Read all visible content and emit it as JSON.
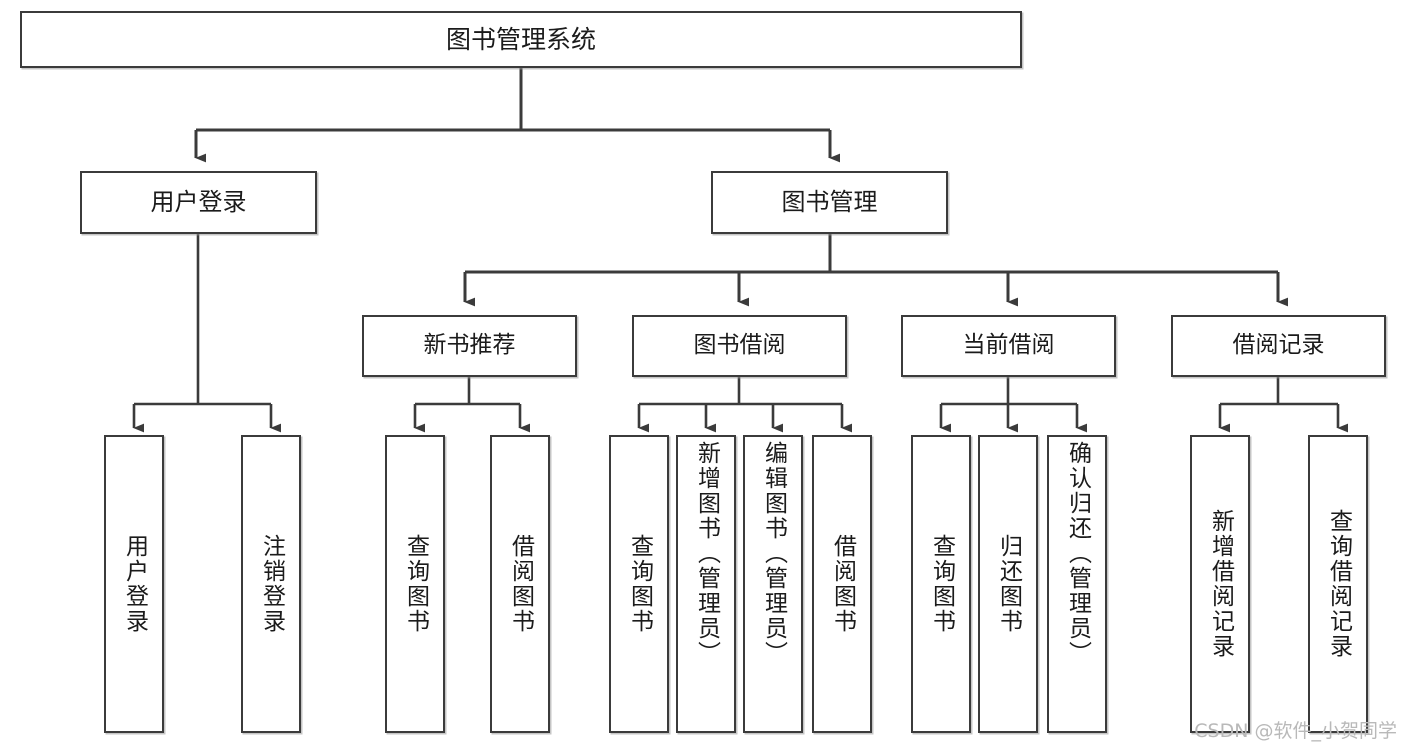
{
  "diagram": {
    "title": "图书管理系统",
    "type": "tree",
    "watermark": "CSDN @软件_小贺同学",
    "colors": {
      "box_border": "#3b3b3b",
      "box_fill": "#ffffff",
      "connector": "#3b3b3b",
      "text": "#1b1b1b",
      "watermark": "#b9b9b9",
      "background": "#ffffff"
    },
    "nodes": {
      "root": {
        "id": "root",
        "label": "图书管理系统",
        "level": 1
      },
      "level2": [
        {
          "id": "user-login",
          "label": "用户登录",
          "level": 2
        },
        {
          "id": "book-manage",
          "label": "图书管理",
          "level": 2
        }
      ],
      "level3": [
        {
          "id": "new-book-recommend",
          "label": "新书推荐",
          "level": 3,
          "parent": "book-manage"
        },
        {
          "id": "book-borrow",
          "label": "图书借阅",
          "level": 3,
          "parent": "book-manage"
        },
        {
          "id": "current-borrow",
          "label": "当前借阅",
          "level": 3,
          "parent": "book-manage"
        },
        {
          "id": "borrow-record",
          "label": "借阅记录",
          "level": 3,
          "parent": "book-manage"
        }
      ],
      "leaves": [
        {
          "id": "leaf-user-login",
          "label": "用户登录",
          "parent": "user-login"
        },
        {
          "id": "leaf-logout",
          "label": "注销登录",
          "parent": "user-login"
        },
        {
          "id": "leaf-query-book-1",
          "label": "查询图书",
          "parent": "new-book-recommend"
        },
        {
          "id": "leaf-borrow-book-1",
          "label": "借阅图书",
          "parent": "new-book-recommend"
        },
        {
          "id": "leaf-query-book-2",
          "label": "查询图书",
          "parent": "book-borrow"
        },
        {
          "id": "leaf-add-book",
          "label": "新增图书（管理员）",
          "parent": "book-borrow"
        },
        {
          "id": "leaf-edit-book",
          "label": "编辑图书（管理员）",
          "parent": "book-borrow"
        },
        {
          "id": "leaf-borrow-book-2",
          "label": "借阅图书",
          "parent": "book-borrow"
        },
        {
          "id": "leaf-query-book-3",
          "label": "查询图书",
          "parent": "current-borrow"
        },
        {
          "id": "leaf-return-book",
          "label": "归还图书",
          "parent": "current-borrow"
        },
        {
          "id": "leaf-confirm-return",
          "label": "确认归还（管理员）",
          "parent": "current-borrow"
        },
        {
          "id": "leaf-add-record",
          "label": "新增借阅记录",
          "parent": "borrow-record"
        },
        {
          "id": "leaf-query-record",
          "label": "查询借阅记录",
          "parent": "borrow-record"
        }
      ]
    },
    "edges": [
      {
        "from": "root",
        "to": "user-login"
      },
      {
        "from": "root",
        "to": "book-manage"
      },
      {
        "from": "book-manage",
        "to": "new-book-recommend"
      },
      {
        "from": "book-manage",
        "to": "book-borrow"
      },
      {
        "from": "book-manage",
        "to": "current-borrow"
      },
      {
        "from": "book-manage",
        "to": "borrow-record"
      },
      {
        "from": "user-login",
        "to": "leaf-user-login"
      },
      {
        "from": "user-login",
        "to": "leaf-logout"
      },
      {
        "from": "new-book-recommend",
        "to": "leaf-query-book-1"
      },
      {
        "from": "new-book-recommend",
        "to": "leaf-borrow-book-1"
      },
      {
        "from": "book-borrow",
        "to": "leaf-query-book-2"
      },
      {
        "from": "book-borrow",
        "to": "leaf-add-book"
      },
      {
        "from": "book-borrow",
        "to": "leaf-edit-book"
      },
      {
        "from": "book-borrow",
        "to": "leaf-borrow-book-2"
      },
      {
        "from": "current-borrow",
        "to": "leaf-query-book-3"
      },
      {
        "from": "current-borrow",
        "to": "leaf-return-book"
      },
      {
        "from": "current-borrow",
        "to": "leaf-confirm-return"
      },
      {
        "from": "borrow-record",
        "to": "leaf-add-record"
      },
      {
        "from": "borrow-record",
        "to": "leaf-query-record"
      }
    ]
  }
}
